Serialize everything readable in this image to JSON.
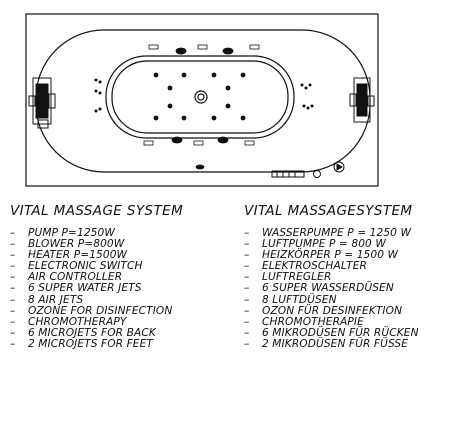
{
  "left_column": {
    "title": "VITAL MASSAGE SYSTEM",
    "items": [
      "PUMP P=1250W",
      "BLOWER P=800W",
      "HEATER P=1500W",
      "ELECTRONIC SWITCH",
      "AIR CONTROLLER",
      "6 SUPER WATER JETS",
      "8 AIR JETS",
      "OZONE FOR DISINFECTION",
      "CHROMOTHERAPY",
      "6 MICROJETS FOR BACK",
      "2 MICROJETS FOR FEET"
    ]
  },
  "right_column": {
    "title": "VITAL MASSAGESYSTEM",
    "items": [
      "WASSERPUMPE P = 1250 W",
      "LUFTPUMPE P = 800 W",
      "HEIZKÖRPER P = 1500 W",
      "ELEKTROSCHALTER",
      "LUFTREGLER",
      "6 SUPER WASSERDÜSEN",
      "8 LUFTDÜSEN",
      "OZON FÜR DESINFEKTION",
      "CHROMOTHERAPIE",
      "6 MIKRODÜSEN FÜR RÜCKEN",
      "2 MIKRODÜSEN FÜR FÜSSE"
    ]
  },
  "list_bullet": "–",
  "colors": {
    "line": "#111111",
    "background": "#ffffff"
  }
}
